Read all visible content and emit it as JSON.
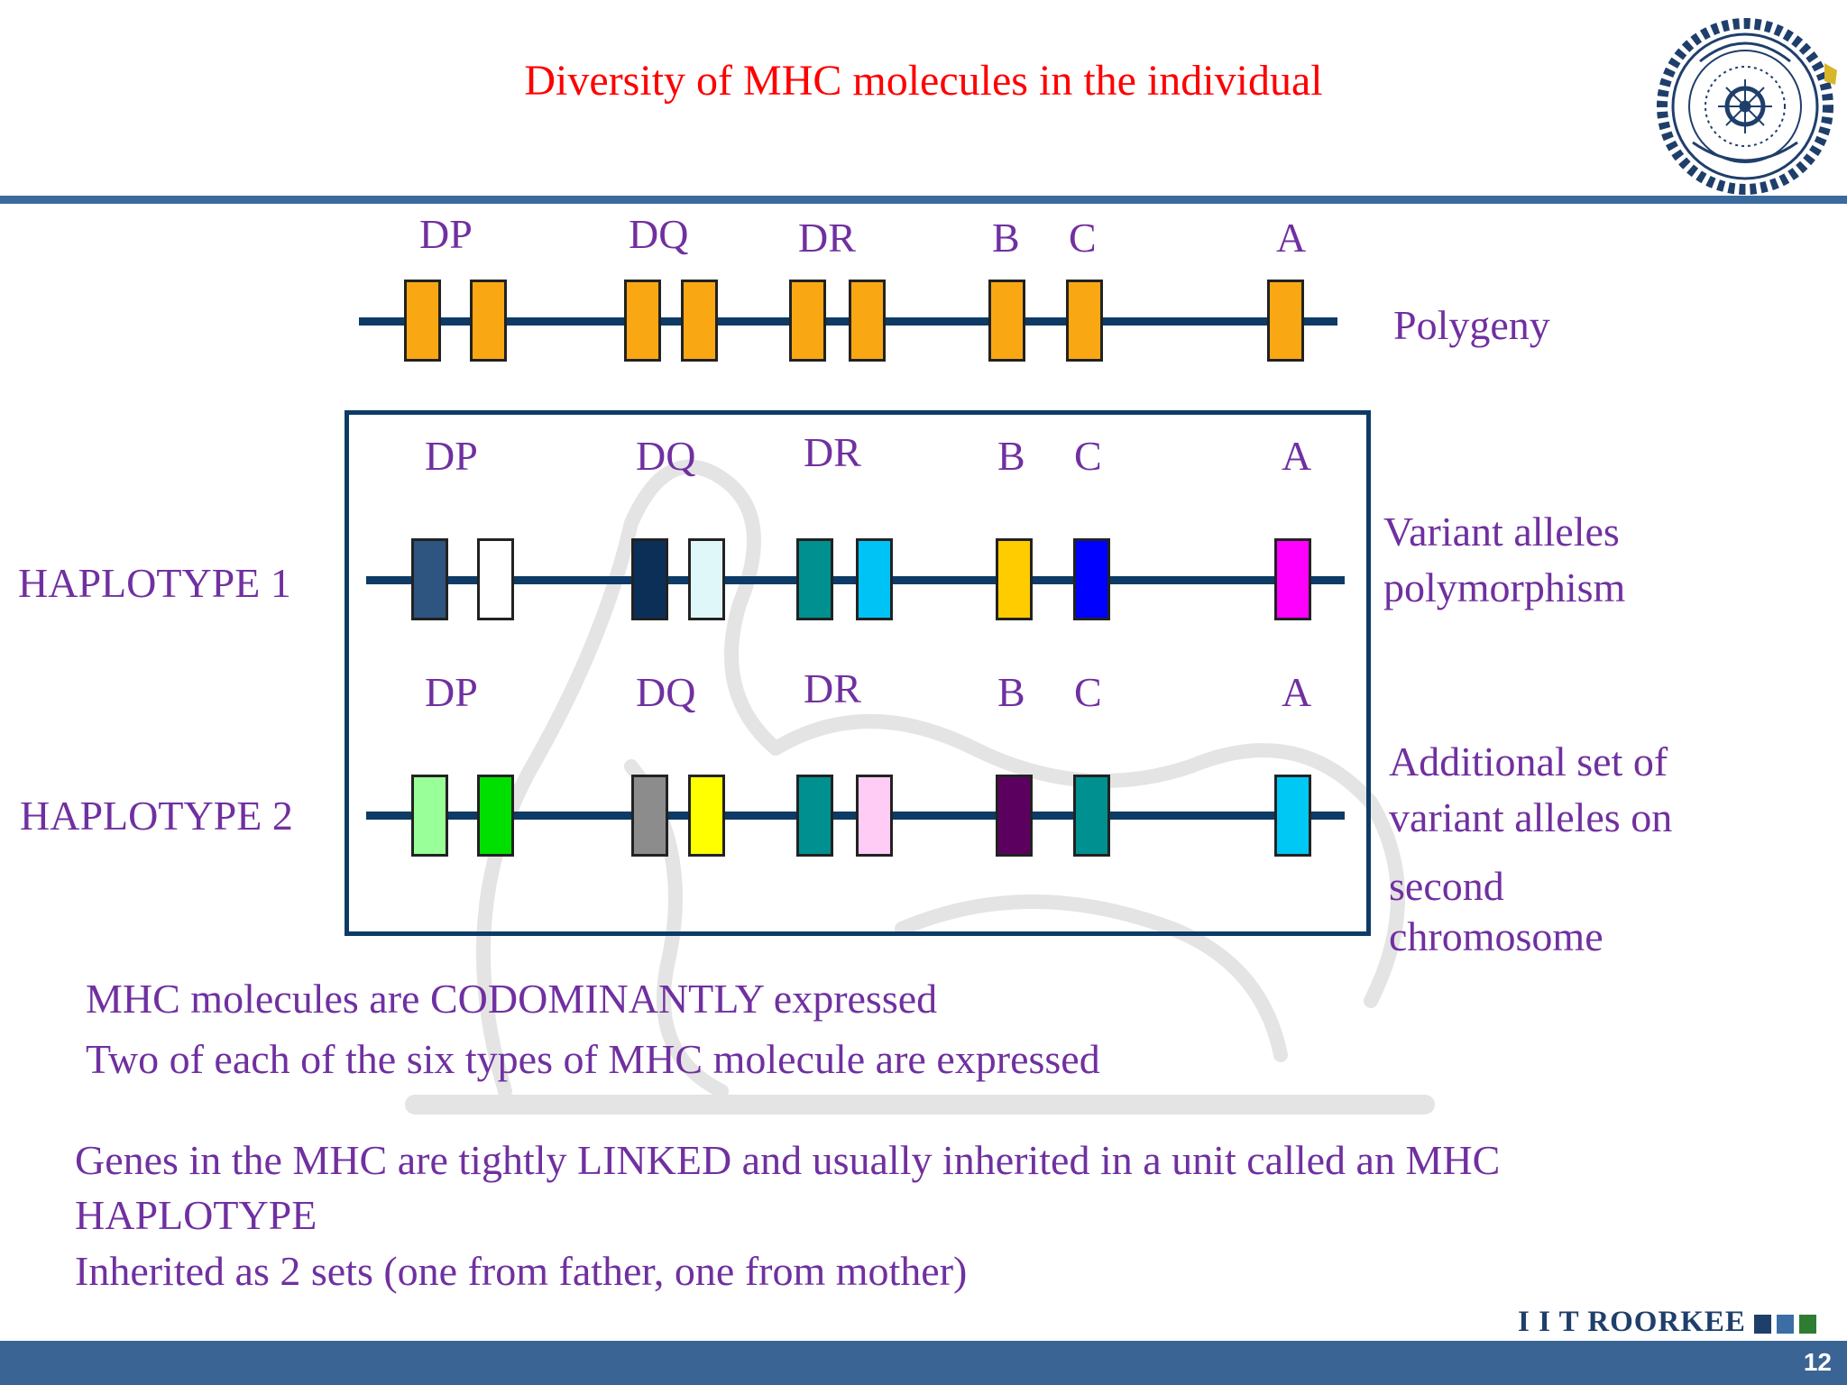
{
  "slide": {
    "title": "Diversity of MHC molecules in the individual",
    "page_number": "12",
    "brand": "I I T ROORKEE",
    "brand_squares": [
      "#1f3f6b",
      "#3a6ea5",
      "#2e7d32"
    ]
  },
  "loci": [
    "DP",
    "DQ",
    "DR",
    "B",
    "C",
    "A"
  ],
  "polygeny": {
    "label": "Polygeny",
    "gene_colors": [
      "#f9a814",
      "#f9a814",
      "#f9a814",
      "#f9a814",
      "#f9a814",
      "#f9a814",
      "#f9a814",
      "#f9a814",
      "#f9a814",
      "#f9a814"
    ]
  },
  "haplotype1": {
    "label": "HAPLOTYPE 1",
    "note": [
      "Variant alleles",
      "polymorphism"
    ],
    "gene_colors": [
      "#2e5580",
      "#ffffff",
      "#0c2f57",
      "#e0f7fa",
      "#009090",
      "#00c3f5",
      "#ffcc00",
      "#0000ff",
      "#ff00ff"
    ]
  },
  "haplotype2": {
    "label": "HAPLOTYPE 2",
    "note": [
      "Additional set of",
      "variant alleles on",
      "second",
      "chromosome"
    ],
    "gene_colors": [
      "#99ff99",
      "#00e000",
      "#8c8c8c",
      "#ffff00",
      "#009090",
      "#ffccf5",
      "#5c0060",
      "#009090",
      "#00c8f5"
    ]
  },
  "text": {
    "codominant": "MHC molecules are CODOMINANTLY expressed",
    "two_of_each": "Two of each of the six types of MHC molecule are expressed",
    "linked_line1": "Genes in the MHC are tightly LINKED and usually inherited in  a unit called an MHC",
    "linked_line2": "HAPLOTYPE",
    "inherited": "Inherited as 2 sets (one from father, one from mother)"
  }
}
